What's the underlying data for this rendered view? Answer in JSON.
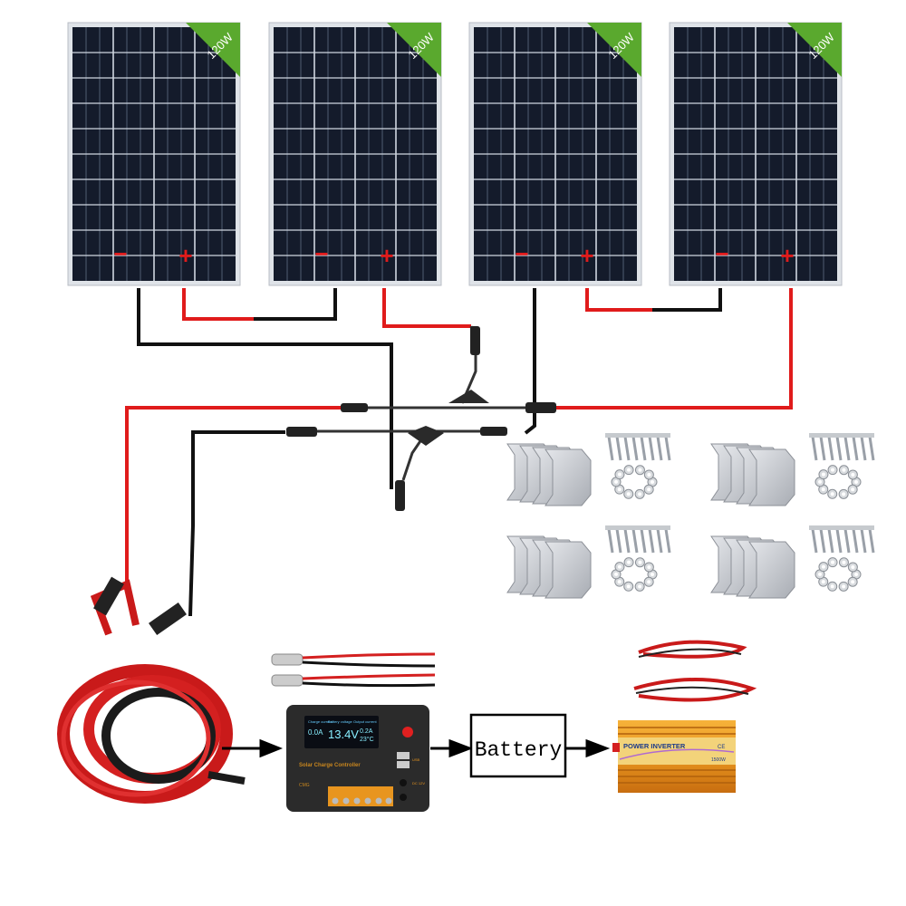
{
  "panels": [
    {
      "wattage": "120W",
      "minus": "−",
      "plus": "+"
    },
    {
      "wattage": "120W",
      "minus": "−",
      "plus": "+"
    },
    {
      "wattage": "120W",
      "minus": "−",
      "plus": "+"
    },
    {
      "wattage": "120W",
      "minus": "−",
      "plus": "+"
    }
  ],
  "controller": {
    "label": "Solar Charge Controller",
    "brand": "CMG",
    "lcd_headers": [
      "Charge current",
      "Battery voltage",
      "Output current"
    ],
    "charge_current": "0.0A",
    "battery_voltage": "13.4V",
    "output_current": "0.2A",
    "temperature": "23°C",
    "usb_label": "USB",
    "dc_label": "DC 12V"
  },
  "battery": {
    "label": "Battery"
  },
  "inverter": {
    "label": "POWER INVERTER",
    "mark": "CE",
    "model": "1500W"
  },
  "colors": {
    "wire_red": "#e01b1b",
    "wire_black": "#111111",
    "panel_cell": "#141b2b",
    "badge_green": "#5aa92e",
    "inverter_orange": "#e8951f"
  }
}
